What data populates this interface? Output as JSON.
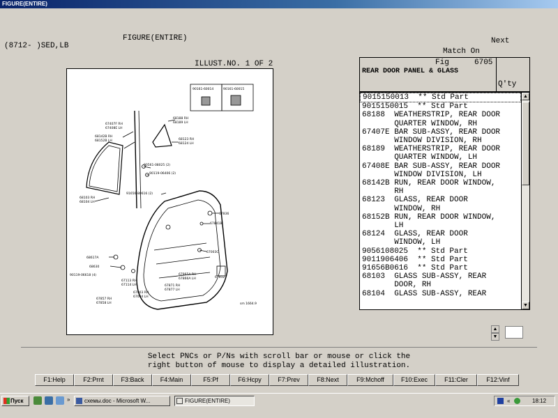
{
  "window": {
    "title": "FIGURE(ENTIRE)"
  },
  "header": {
    "model": "(8712-     )SED,LB",
    "figure_label": "FIGURE(ENTIRE)",
    "illust_no": "ILLUST.NO. 1 OF 2",
    "next": "Next",
    "match": "Match On"
  },
  "parts_panel": {
    "fig_label": "Fig",
    "fig_no": "6705",
    "section_title": "REAR DOOR PANEL & GLASS",
    "qty_header": "Q'ty",
    "rows": [
      "9015150013  ** Std Part",
      "9015150015  ** Std Part",
      "68188  WEATHERSTRIP, REAR DOOR",
      "       QUARTER WINDOW, RH",
      "67407E BAR SUB-ASSY, REAR DOOR",
      "       WINDOW DIVISION, RH",
      "68189  WEATHERSTRIP, REAR DOOR",
      "       QUARTER WINDOW, LH",
      "67408E BAR SUB-ASSY, REAR DOOR",
      "       WINDOW DIVISION, LH",
      "68142B RUN, REAR DOOR WINDOW,",
      "       RH",
      "68123  GLASS, REAR DOOR",
      "       WINDOW, RH",
      "68152B RUN, REAR DOOR WINDOW,",
      "       LH",
      "68124  GLASS, REAR DOOR",
      "       WINDOW, LH",
      "9056108025  ** Std Part",
      "9011906406  ** Std Part",
      "91656B0616  ** Std Part",
      "68103  GLASS SUB-ASSY, REAR",
      "       DOOR, RH",
      "68104  GLASS SUB-ASSY, REAR"
    ]
  },
  "illustration": {
    "labels": {
      "l1": "90161-60014",
      "l2": "90161-60015",
      "l3": "67407F RH",
      "l4": "67408E LH",
      "l5": "68188 RH",
      "l6": "68189 LH",
      "l7": "68142B RH",
      "l8": "68152B LH",
      "l9": "68123 RH",
      "l10": "68124 LH",
      "l11": "90561-08025 (2)",
      "l12": "90119-06406 (2)",
      "l13": "91656-80616 (2)",
      "l14": "68103 RH",
      "l15": "68104 LH",
      "l16": "67836",
      "l17": "67841B",
      "l18": "67003C",
      "l19": "68617A",
      "l20": "68630",
      "l21": "67865A RH",
      "l22": "67866A LH",
      "l23": "67812",
      "l24": "67113 RH",
      "l25": "67114 LH",
      "l26": "67871 RH",
      "l27": "67877 LH",
      "l28": "67003 RH",
      "l29": "67004 LH",
      "l30": "67857 RH",
      "l31": "67858 LH",
      "l32": "90119-06618 (4)",
      "l33": "sm 1664.9"
    }
  },
  "instructions": {
    "line1": "Select PNCs or P/Ns with scroll bar or mouse or click the",
    "line2": "right button of mouse to display a detailed illustration."
  },
  "function_keys": [
    "F1:Help",
    "F2:Prnt",
    "F3:Back",
    "F4:Main",
    "F5:Pf",
    "F6:Hcpy",
    "F7:Prev",
    "F8:Next",
    "F9:Mchoff",
    "F10:Exec",
    "F11:Cler",
    "F12:Vinf"
  ],
  "taskbar": {
    "start": "Пуск",
    "task1": "схемы.doc - Microsoft W...",
    "task2": "FIGURE(ENTIRE)",
    "clock": "18:12"
  },
  "colors": {
    "titlebar": "#0a246a",
    "window_bg": "#d4d0c8"
  }
}
